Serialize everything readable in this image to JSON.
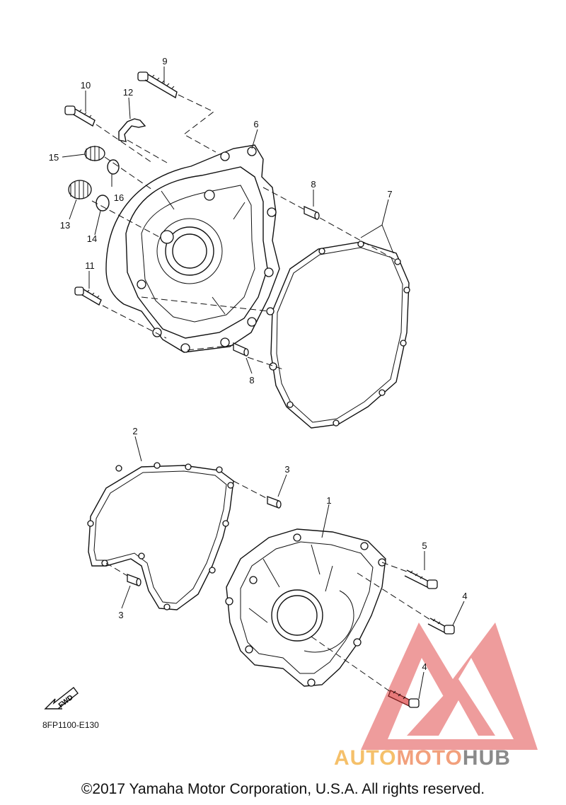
{
  "diagram": {
    "callouts": [
      "1",
      "2",
      "3",
      "3",
      "4",
      "4",
      "5",
      "6",
      "7",
      "8",
      "8",
      "9",
      "10",
      "11",
      "12",
      "13",
      "14",
      "15",
      "16"
    ],
    "fwd_label": "FWD",
    "drawing_code": "8FP1100-E130",
    "copyright": "©2017 Yamaha Motor Corporation, U.S.A. All rights reserved."
  },
  "watermark": {
    "part1": "AUTO",
    "part2": "MOTO",
    "part3": "HUB",
    "colors": {
      "triangle": "#e87a7a",
      "auto": "#f5c06a",
      "moto": "#f2a07c",
      "hub": "#8a8a8a"
    }
  }
}
